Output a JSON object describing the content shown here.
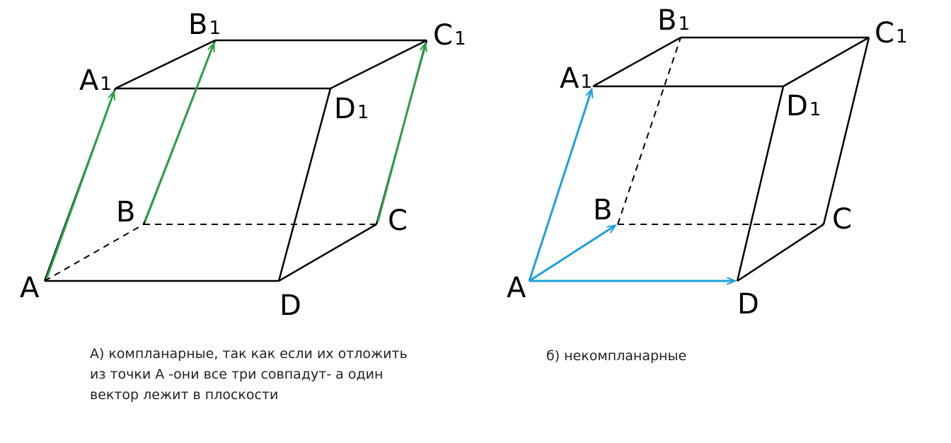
{
  "colors": {
    "edge": "#000000",
    "vector_a": "#2e9e44",
    "vector_b": "#1ea0dc"
  },
  "figure_a": {
    "labels": {
      "A": {
        "main": "A",
        "sub": ""
      },
      "B": {
        "main": "B",
        "sub": ""
      },
      "C": {
        "main": "C",
        "sub": ""
      },
      "D": {
        "main": "D",
        "sub": ""
      },
      "A1": {
        "main": "A",
        "sub": "1"
      },
      "B1": {
        "main": "B",
        "sub": "1"
      },
      "C1": {
        "main": "C",
        "sub": "1"
      },
      "D1": {
        "main": "D",
        "sub": "1"
      }
    },
    "caption": [
      "А) компланарные, так как если их отложить",
      "из точки А -они все три совпадут- а один",
      "вектор лежит в плоскости"
    ]
  },
  "figure_b": {
    "labels": {
      "A": {
        "main": "A",
        "sub": ""
      },
      "B": {
        "main": "B",
        "sub": ""
      },
      "C": {
        "main": "C",
        "sub": ""
      },
      "D": {
        "main": "D",
        "sub": ""
      },
      "A1": {
        "main": "A",
        "sub": "1"
      },
      "B1": {
        "main": "B",
        "sub": "1"
      },
      "C1": {
        "main": "C",
        "sub": "1"
      },
      "D1": {
        "main": "D",
        "sub": "1"
      }
    },
    "caption": [
      "б) некомпланарные"
    ]
  }
}
